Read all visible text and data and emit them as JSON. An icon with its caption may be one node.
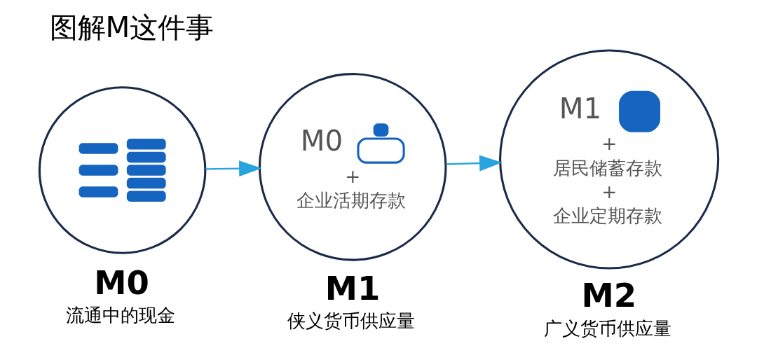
{
  "diagram": {
    "title": "图解M这件事",
    "nodes": [
      {
        "text": [],
        "shape": "picture",
        "beside": [
          "M0",
          "流通中的现金"
        ]
      },
      {
        "text": [
          "M0",
          "+",
          "企业活期存款"
        ],
        "beside": [
          "M1",
          "侠义货币供应量"
        ]
      },
      {
        "text": [
          "M1",
          "+",
          "居民储蓄存款",
          "+",
          "企业定期存款"
        ],
        "beside": [
          "M2",
          "广义货币供应量"
        ]
      }
    ],
    "edges": [
      {
        "from": 0,
        "to": 1,
        "arrow": "to"
      },
      {
        "from": 1,
        "to": 2,
        "arrow": "to"
      }
    ]
  }
}
